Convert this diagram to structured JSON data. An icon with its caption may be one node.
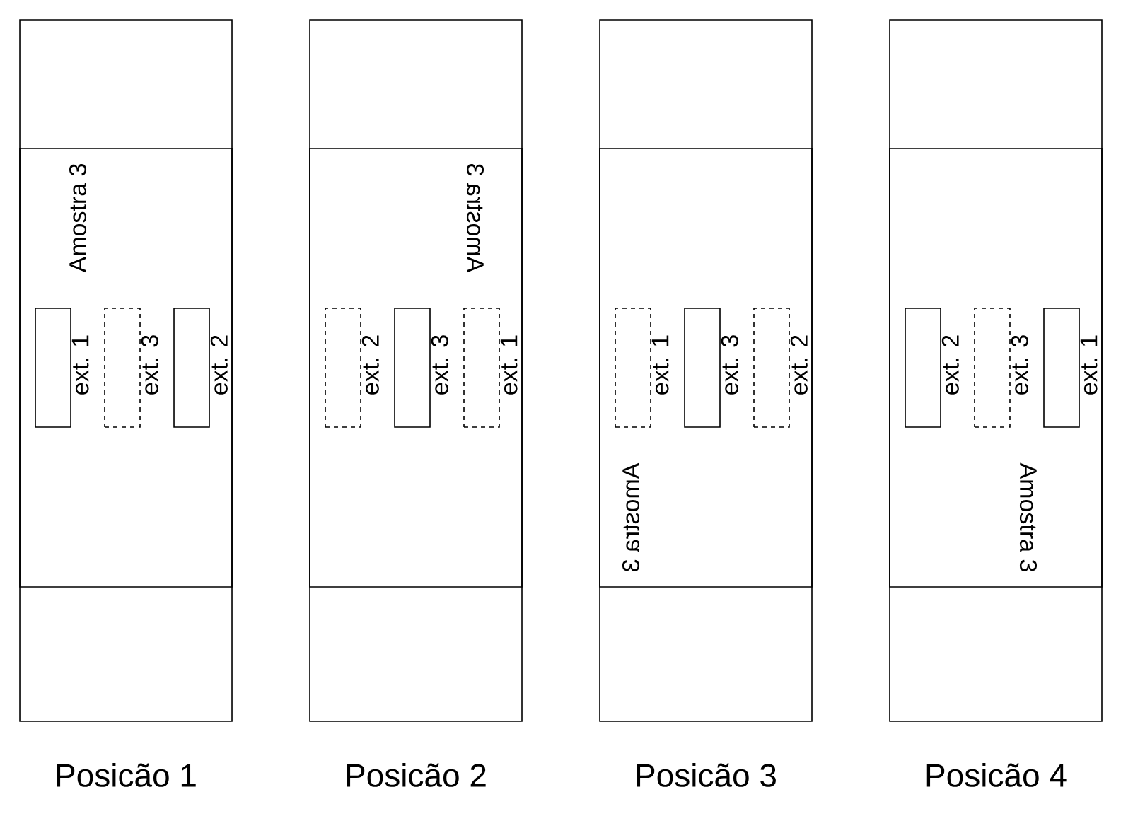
{
  "diagram": {
    "nodes": [
      {
        "text": [
          "Posicão 1"
        ]
      },
      {
        "text": [
          "Amostra 3"
        ],
        "in": 0
      },
      {
        "text": [
          "ext. 1"
        ],
        "in": 1
      },
      {
        "text": [
          "ext. 3"
        ],
        "in": 1
      },
      {
        "text": [
          "ext. 2"
        ],
        "in": 1
      },
      {
        "text": [
          "Posicão 2"
        ]
      },
      {
        "text": [
          "Amostra 3"
        ],
        "in": 5
      },
      {
        "text": [
          "ext. 2"
        ],
        "in": 6
      },
      {
        "text": [
          "ext. 3"
        ],
        "in": 6
      },
      {
        "text": [
          "ext. 1"
        ],
        "in": 6
      },
      {
        "text": [
          "Posicão 3"
        ]
      },
      {
        "text": [
          "Amostra 3"
        ],
        "in": 10
      },
      {
        "text": [
          "ext. 1"
        ],
        "in": 11
      },
      {
        "text": [
          "ext. 3"
        ],
        "in": 11
      },
      {
        "text": [
          "ext. 2"
        ],
        "in": 11
      },
      {
        "text": [
          "Posicão 4"
        ]
      },
      {
        "text": [
          "Amostra 3"
        ],
        "in": 15
      },
      {
        "text": [
          "ext. 2"
        ],
        "in": 16
      },
      {
        "text": [
          "ext. 3"
        ],
        "in": 16
      },
      {
        "text": [
          "ext. 1"
        ],
        "in": 16
      }
    ]
  }
}
